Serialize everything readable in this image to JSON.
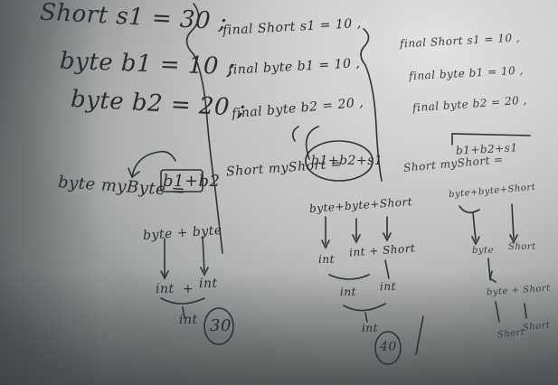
{
  "board": {
    "left": {
      "line1": "Short s1 = 30 ;",
      "line2": "byte b1 = 10 ;",
      "line3": "byte b2 = 20 ;",
      "expr_label": "byte myByte =",
      "expr_box": "b1+b2",
      "step1": "byte + byte",
      "step2a": "int",
      "step2b": "+",
      "step2c": "int",
      "step3": "int",
      "result": "30"
    },
    "middle": {
      "line1": "final Short s1 = 10 ,",
      "line2": "final byte b1 = 10 ,",
      "line3": "final byte b2 = 20 ,",
      "expr_label": "Short myShort =",
      "expr_box": "b1+b2+s1",
      "step1": "byte+byte+Short",
      "step2a": "int",
      "step2b": "int + Short",
      "step3a": "int",
      "step3b": "int",
      "step4": "int",
      "result": "40"
    },
    "right": {
      "line1": "final Short s1 = 10 ,",
      "line2": "final byte b1 = 10 ,",
      "line3": "final byte b2 = 20 ,",
      "expr_label": "Short myShort =",
      "expr_box": "b1+b2+s1",
      "step1": "byte+byte+Short",
      "step2a": "byte",
      "step2b": "Short",
      "step3": "byte + Short",
      "step4a": "Short",
      "step4b": "Short"
    }
  }
}
